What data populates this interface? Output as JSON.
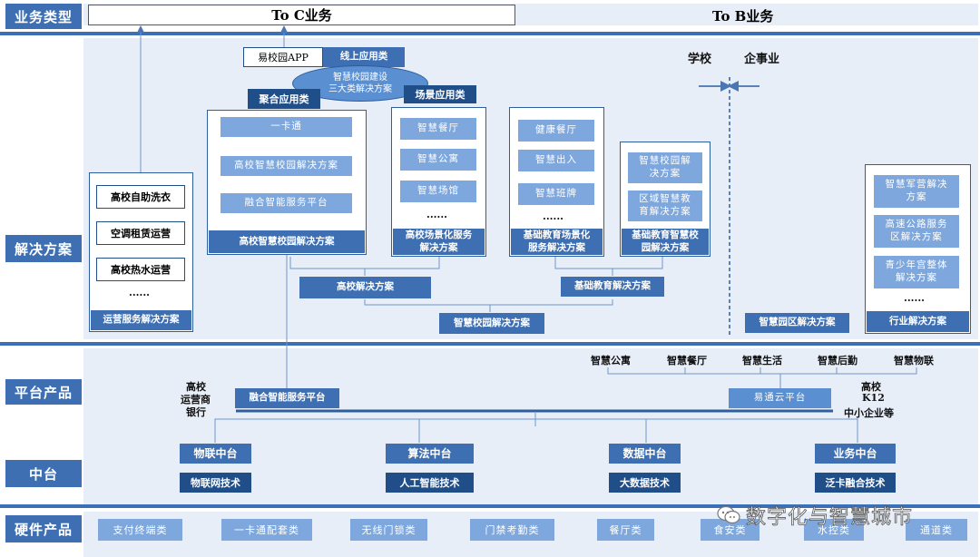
{
  "rows": {
    "business_type": "业务类型",
    "solutions": "解决方案",
    "platform": "平台产品",
    "middle": "中台",
    "hardware": "硬件产品"
  },
  "top": {
    "to_c": "To C业务",
    "to_b": "To B业务"
  },
  "solutions": {
    "school": "学校",
    "enterprise": "企事业",
    "app": "易校园APP",
    "online": "线上应用类",
    "ellipse": "智慧校园建设\n三大类解决方案",
    "aggregate": "聚合应用类",
    "scene": "场景应用类",
    "ops": {
      "items": [
        "高校自助洗衣",
        "空调租赁运营",
        "高校热水运营"
      ],
      "ellipsis": "......",
      "footer": "运营服务解决方案"
    },
    "campus": {
      "items": [
        "一卡通",
        "高校智慧校园解决方案",
        "融合智能服务平台"
      ],
      "footer": "高校智慧校园解决方案"
    },
    "scene_box": {
      "items": [
        "智慧餐厅",
        "智慧公寓",
        "智慧场馆"
      ],
      "ellipsis": "......",
      "footer": "高校场景化服务\n解决方案"
    },
    "basic_scene": {
      "items": [
        "健康餐厅",
        "智慧出入",
        "智慧班牌"
      ],
      "ellipsis": "......",
      "footer": "基础教育场景化\n服务解决方案"
    },
    "basic_smart": {
      "items": [
        "智慧校园解\n决方案",
        "区域智慧教\n育解决方案"
      ],
      "footer": "基础教育智慧校\n园解决方案"
    },
    "industry": {
      "items": [
        "智慧军营解决\n方案",
        "高速公路服务\n区解决方案",
        "青少年宫整体\n解决方案"
      ],
      "ellipsis": "......",
      "footer": "行业解决方案"
    },
    "college_solution": "高校解决方案",
    "basic_solution": "基础教育解决方案",
    "smart_campus": "智慧校园解决方案",
    "park_solution": "智慧园区解决方案"
  },
  "platform": {
    "left_labels": [
      "高校",
      "运营商",
      "银行"
    ],
    "fusion": "融合智能服务平台",
    "yitong": "易通云平台",
    "apps": [
      "智慧公寓",
      "智慧餐厅",
      "智慧生活",
      "智慧后勤",
      "智慧物联"
    ],
    "right_labels": [
      "高校",
      "K12",
      "中小企业等"
    ]
  },
  "middle": {
    "centers": [
      "物联中台",
      "算法中台",
      "数据中台",
      "业务中台"
    ],
    "techs": [
      "物联网技术",
      "人工智能技术",
      "大数据技术",
      "泛卡融合技术"
    ]
  },
  "hardware": {
    "items": [
      "支付终端类",
      "一卡通配套类",
      "无线门锁类",
      "门禁考勤类",
      "餐厅类",
      "食安类",
      "水控类",
      "通道类"
    ]
  },
  "watermark": "数字化与智慧城市"
}
